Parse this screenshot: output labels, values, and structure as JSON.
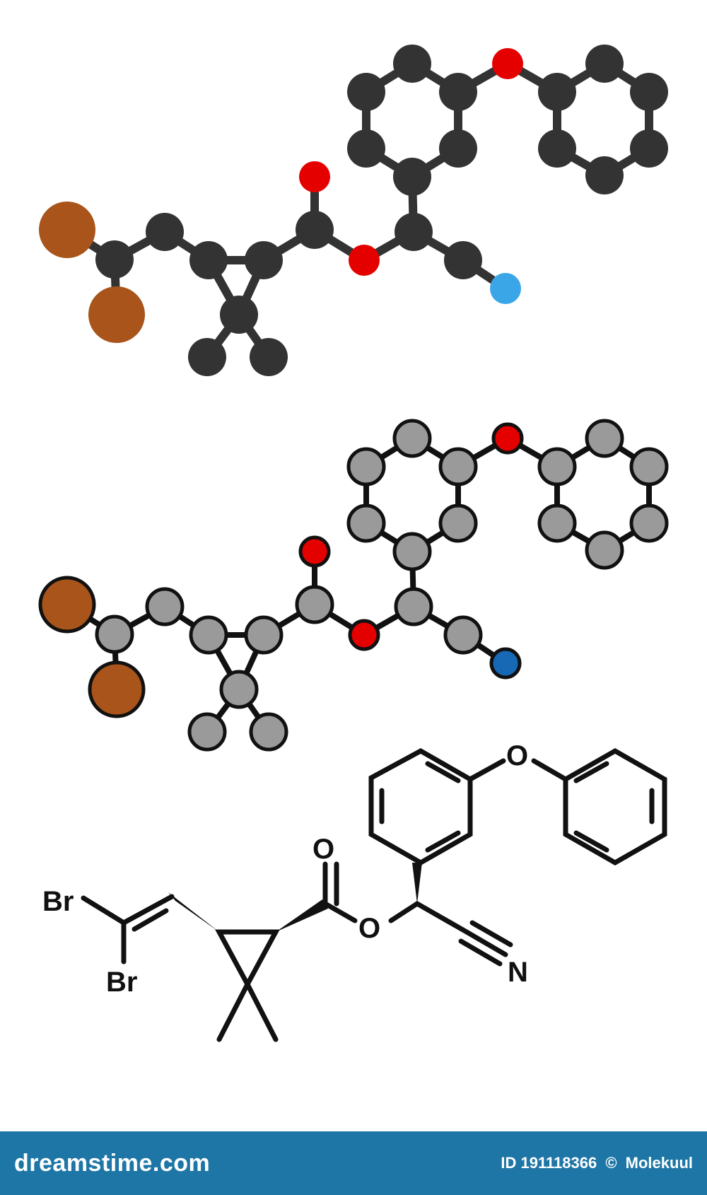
{
  "colors": {
    "carbon_dark": "#333333",
    "carbon_light": "#9a9a9a",
    "oxygen": "#e50000",
    "nitrogen_light": "#3aa6e8",
    "nitrogen_dark": "#1769b5",
    "bromine": "#a8541a",
    "outline": "#111111",
    "footer_bg": "#1e76a6"
  },
  "structure_labels": {
    "br_top": "Br",
    "br_bottom": "Br",
    "o_carbonyl": "O",
    "o_ester": "O",
    "o_ether": "O",
    "n_nitrile": "N"
  },
  "footer": {
    "brand": "dreamstime.com",
    "id_text": "ID 191118366",
    "copyright": "©",
    "author": "Molekuul"
  }
}
